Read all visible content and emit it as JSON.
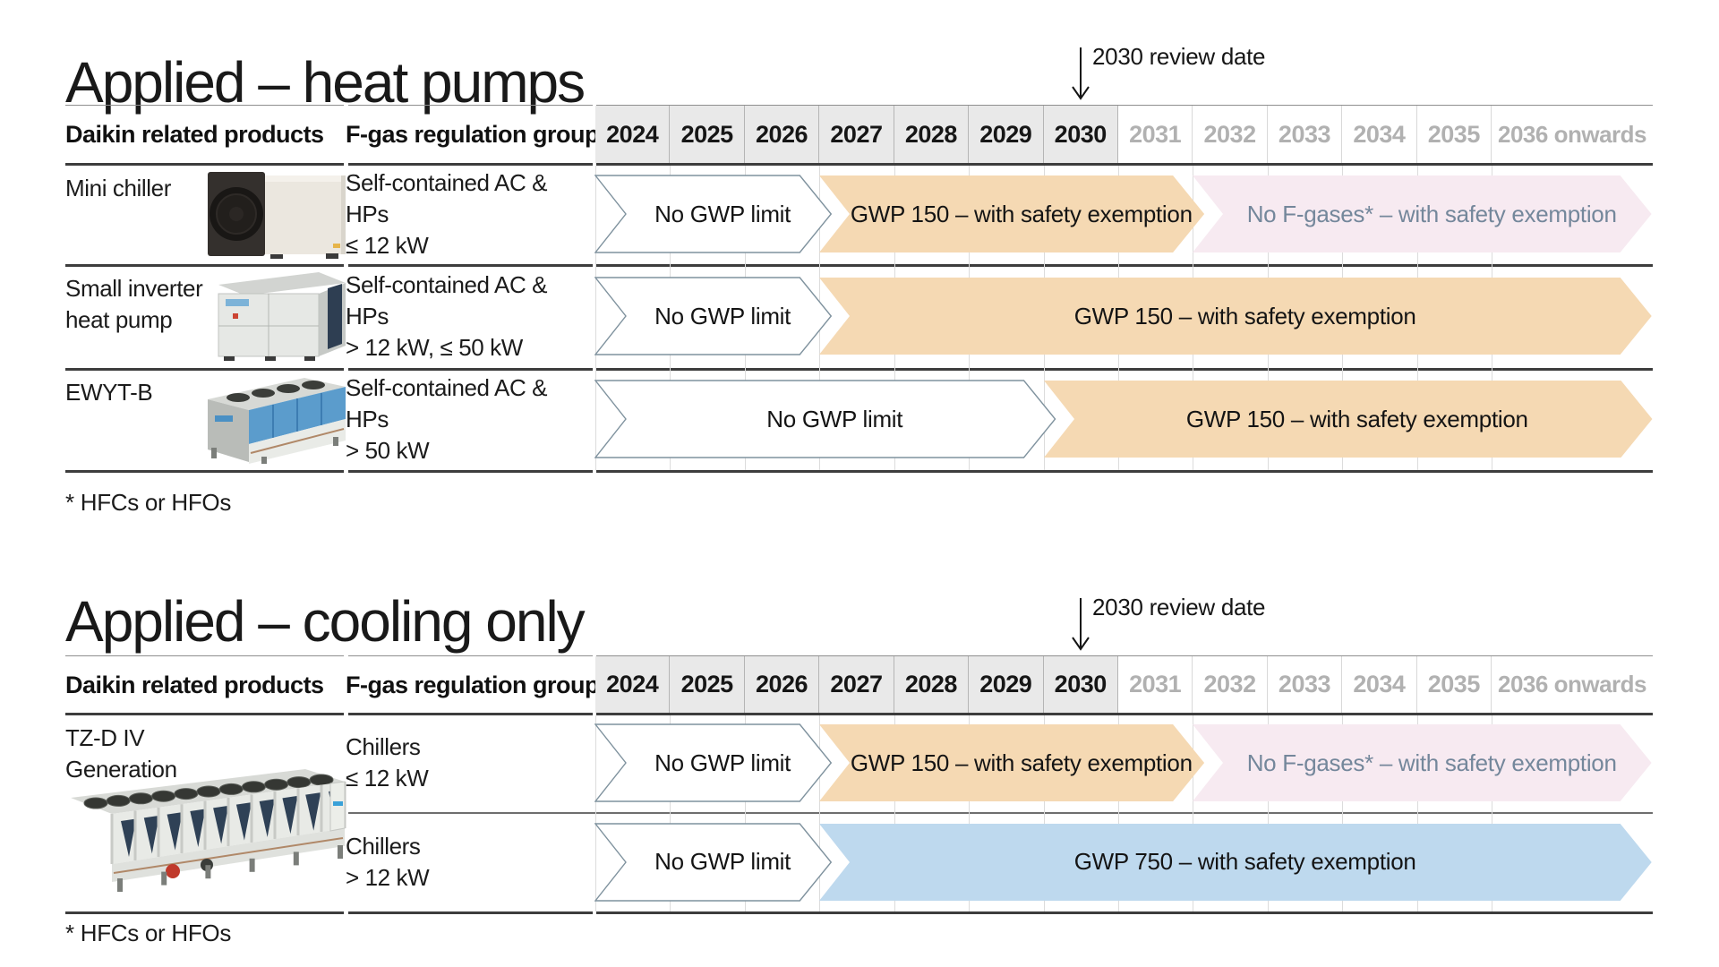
{
  "colors": {
    "accent_orange": "#f5d9b3",
    "accent_pink": "#f7eaf1",
    "accent_blue": "#bed9ee",
    "outline_arrow_border": "#7f929e",
    "pink_arrow_text": "#74879b",
    "active_year_bg": "#e9e9e9",
    "future_year_text": "#b1b1b1",
    "body_text": "#1a1a1a",
    "grid_line": "#dcdcdc",
    "dark_line": "#3d3d3d"
  },
  "years_active": [
    "2024",
    "2025",
    "2026",
    "2027",
    "2028",
    "2029",
    "2030"
  ],
  "years_future": [
    "2031",
    "2032",
    "2033",
    "2034",
    "2035",
    "2036 onwards"
  ],
  "column_headers": {
    "products": "Daikin related products",
    "group": "F-gas regulation group"
  },
  "sections": [
    {
      "title": "Applied – heat pumps",
      "review_label": "2030 review date",
      "footnote": "* HFCs or HFOs",
      "rows": [
        {
          "product": "Mini chiller",
          "image": "mini-chiller",
          "group_line1": "Self-contained AC & HPs",
          "group_line2": "≤ 12 kW",
          "arrows": [
            {
              "label": "No GWP limit",
              "style": "outline",
              "from": "2024",
              "to": "2026"
            },
            {
              "label": "GWP 150 – with safety exemption",
              "style": "orange",
              "from": "2027",
              "to": "2031"
            },
            {
              "label": "No F-gases* – with safety exemption",
              "style": "pink",
              "from": "2032",
              "to": "2036 onwards"
            }
          ]
        },
        {
          "product": "Small inverter heat pump",
          "image": "small-inverter",
          "group_line1": "Self-contained AC & HPs",
          "group_line2": "> 12 kW, ≤ 50 kW",
          "arrows": [
            {
              "label": "No GWP limit",
              "style": "outline",
              "from": "2024",
              "to": "2026"
            },
            {
              "label": "GWP 150 – with safety exemption",
              "style": "orange",
              "from": "2027",
              "to": "2036 onwards"
            }
          ]
        },
        {
          "product": "EWYT-B",
          "image": "ewyt-b",
          "group_line1": "Self-contained AC & HPs",
          "group_line2": "> 50 kW",
          "arrows": [
            {
              "label": "No GWP limit",
              "style": "outline",
              "from": "2024",
              "to": "2029"
            },
            {
              "label": "GWP 150 – with safety exemption",
              "style": "orange",
              "from": "2030",
              "to": "2036 onwards"
            }
          ]
        }
      ]
    },
    {
      "title": "Applied – cooling only",
      "review_label": "2030 review date",
      "footnote": "* HFCs or HFOs",
      "rows": [
        {
          "product": "TZ-D IV Generation",
          "image": "tz-d",
          "group_line1": "Chillers",
          "group_line2": "≤ 12 kW",
          "arrows": [
            {
              "label": "No GWP limit",
              "style": "outline",
              "from": "2024",
              "to": "2026"
            },
            {
              "label": "GWP 150 – with safety exemption",
              "style": "orange",
              "from": "2027",
              "to": "2031"
            },
            {
              "label": "No F-gases* – with safety exemption",
              "style": "pink",
              "from": "2032",
              "to": "2036 onwards"
            }
          ]
        },
        {
          "product": "",
          "image": null,
          "group_line1": "Chillers",
          "group_line2": "> 12 kW",
          "arrows": [
            {
              "label": "No GWP limit",
              "style": "outline",
              "from": "2024",
              "to": "2026"
            },
            {
              "label": "GWP 750 – with safety exemption",
              "style": "blue",
              "from": "2027",
              "to": "2036 onwards"
            }
          ]
        }
      ]
    }
  ],
  "chart_data": {
    "type": "table",
    "title": "Daikin products – EU F-gas regulation timeline roadmap",
    "x_categories": [
      "2024",
      "2025",
      "2026",
      "2027",
      "2028",
      "2029",
      "2030",
      "2031",
      "2032",
      "2033",
      "2034",
      "2035",
      "2036 onwards"
    ],
    "highlighted_years": [
      "2024",
      "2025",
      "2026",
      "2027",
      "2028",
      "2029",
      "2030"
    ],
    "review_date_marker": {
      "label": "2030 review date",
      "year": "2030"
    },
    "charts": [
      {
        "title": "Applied – heat pumps",
        "rows": [
          {
            "product": "Mini chiller",
            "group": "Self-contained AC & HPs ≤ 12 kW",
            "segments": [
              {
                "label": "No GWP limit",
                "start": "2024",
                "end": "2026",
                "style": "outline"
              },
              {
                "label": "GWP 150 – with safety exemption",
                "start": "2027",
                "end": "2031",
                "style": "orange"
              },
              {
                "label": "No F-gases* – with safety exemption",
                "start": "2032",
                "end": "2036 onwards",
                "style": "pink"
              }
            ]
          },
          {
            "product": "Small inverter heat pump",
            "group": "Self-contained AC & HPs > 12 kW, ≤ 50 kW",
            "segments": [
              {
                "label": "No GWP limit",
                "start": "2024",
                "end": "2026",
                "style": "outline"
              },
              {
                "label": "GWP 150 – with safety exemption",
                "start": "2027",
                "end": "2036 onwards",
                "style": "orange"
              }
            ]
          },
          {
            "product": "EWYT-B",
            "group": "Self-contained AC & HPs > 50 kW",
            "segments": [
              {
                "label": "No GWP limit",
                "start": "2024",
                "end": "2029",
                "style": "outline"
              },
              {
                "label": "GWP 150 – with safety exemption",
                "start": "2030",
                "end": "2036 onwards",
                "style": "orange"
              }
            ]
          }
        ],
        "footnote": "* HFCs or HFOs"
      },
      {
        "title": "Applied – cooling only",
        "rows": [
          {
            "product": "TZ-D IV Generation",
            "group": "Chillers ≤ 12 kW",
            "segments": [
              {
                "label": "No GWP limit",
                "start": "2024",
                "end": "2026",
                "style": "outline"
              },
              {
                "label": "GWP 150 – with safety exemption",
                "start": "2027",
                "end": "2031",
                "style": "orange"
              },
              {
                "label": "No F-gases* – with safety exemption",
                "start": "2032",
                "end": "2036 onwards",
                "style": "pink"
              }
            ]
          },
          {
            "product": "TZ-D IV Generation",
            "group": "Chillers > 12 kW",
            "segments": [
              {
                "label": "No GWP limit",
                "start": "2024",
                "end": "2026",
                "style": "outline"
              },
              {
                "label": "GWP 750 – with safety exemption",
                "start": "2027",
                "end": "2036 onwards",
                "style": "blue"
              }
            ]
          }
        ],
        "footnote": "* HFCs or HFOs"
      }
    ]
  }
}
